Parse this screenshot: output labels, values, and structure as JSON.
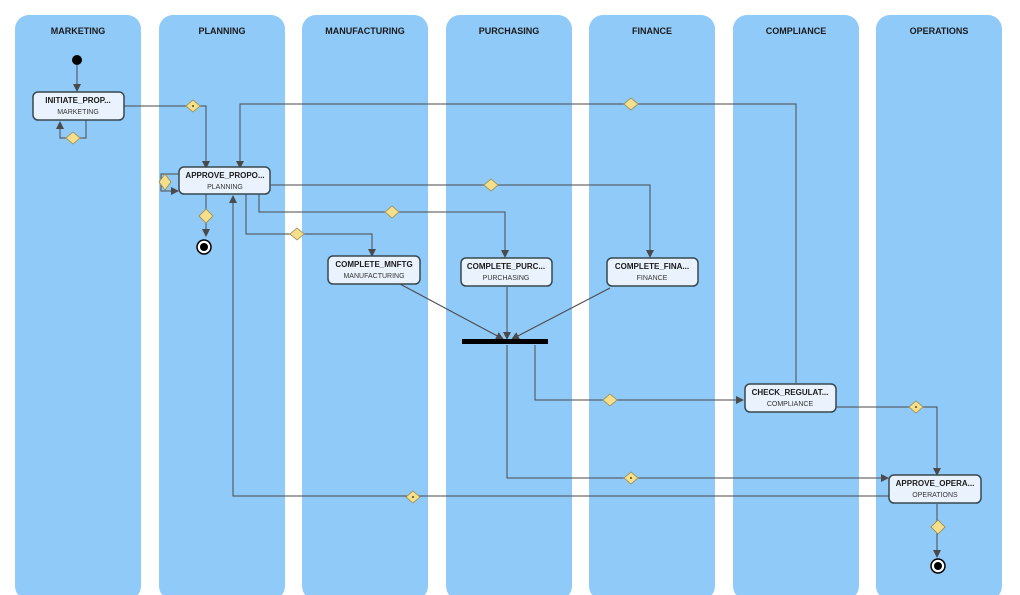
{
  "colors": {
    "lane": "#90CAF9",
    "node_fill": "#EAF3FD",
    "node_stroke": "#37474F",
    "gateway": "#F5DE8C",
    "gateway_stroke": "#9A8A45",
    "edge": "#4A4A4A"
  },
  "lanes": [
    {
      "id": "marketing",
      "label": "MARKETING"
    },
    {
      "id": "planning",
      "label": "PLANNING"
    },
    {
      "id": "manufacturing",
      "label": "MANUFACTURING"
    },
    {
      "id": "purchasing",
      "label": "PURCHASING"
    },
    {
      "id": "finance",
      "label": "FINANCE"
    },
    {
      "id": "compliance",
      "label": "COMPLIANCE"
    },
    {
      "id": "operations",
      "label": "OPERATIONS"
    }
  ],
  "nodes": [
    {
      "id": "initiate_proposal",
      "title": "INITIATE_PROP...",
      "lane": "MARKETING"
    },
    {
      "id": "approve_proposal",
      "title": "APPROVE_PROPO...",
      "lane": "PLANNING"
    },
    {
      "id": "complete_mnftg",
      "title": "COMPLETE_MNFTG",
      "lane": "MANUFACTURING"
    },
    {
      "id": "complete_purchasing",
      "title": "COMPLETE_PURC...",
      "lane": "PURCHASING"
    },
    {
      "id": "complete_finance",
      "title": "COMPLETE_FINA...",
      "lane": "FINANCE"
    },
    {
      "id": "check_regulations",
      "title": "CHECK_REGULAT...",
      "lane": "COMPLIANCE"
    },
    {
      "id": "approve_operations",
      "title": "APPROVE_OPERA...",
      "lane": "OPERATIONS"
    }
  ],
  "events": [
    {
      "id": "start",
      "kind": "start"
    },
    {
      "id": "end_planning",
      "kind": "end"
    },
    {
      "id": "end_operations",
      "kind": "end"
    }
  ],
  "edges": [
    {
      "from": "start",
      "to": "initiate_proposal"
    },
    {
      "from": "initiate_proposal",
      "to": "initiate_proposal",
      "gateway": true
    },
    {
      "from": "initiate_proposal",
      "to": "approve_proposal",
      "gateway": true
    },
    {
      "from": "approve_proposal",
      "to": "approve_proposal",
      "gateway": true
    },
    {
      "from": "approve_proposal",
      "to": "end_planning",
      "gateway": true
    },
    {
      "from": "approve_proposal",
      "to": "complete_mnftg",
      "gateway": true
    },
    {
      "from": "approve_proposal",
      "to": "complete_purchasing",
      "gateway": true
    },
    {
      "from": "approve_proposal",
      "to": "complete_finance",
      "gateway": true
    },
    {
      "from": "complete_mnftg",
      "to": "join_bar"
    },
    {
      "from": "complete_purchasing",
      "to": "join_bar"
    },
    {
      "from": "complete_finance",
      "to": "join_bar"
    },
    {
      "from": "join_bar",
      "to": "check_regulations",
      "gateway": true
    },
    {
      "from": "join_bar",
      "to": "approve_operations",
      "gateway": true
    },
    {
      "from": "check_regulations",
      "to": "approve_proposal",
      "gateway": true
    },
    {
      "from": "check_regulations",
      "to": "approve_operations",
      "gateway": true
    },
    {
      "from": "approve_operations",
      "to": "approve_proposal",
      "gateway": true
    },
    {
      "from": "approve_operations",
      "to": "end_operations",
      "gateway": true
    }
  ]
}
